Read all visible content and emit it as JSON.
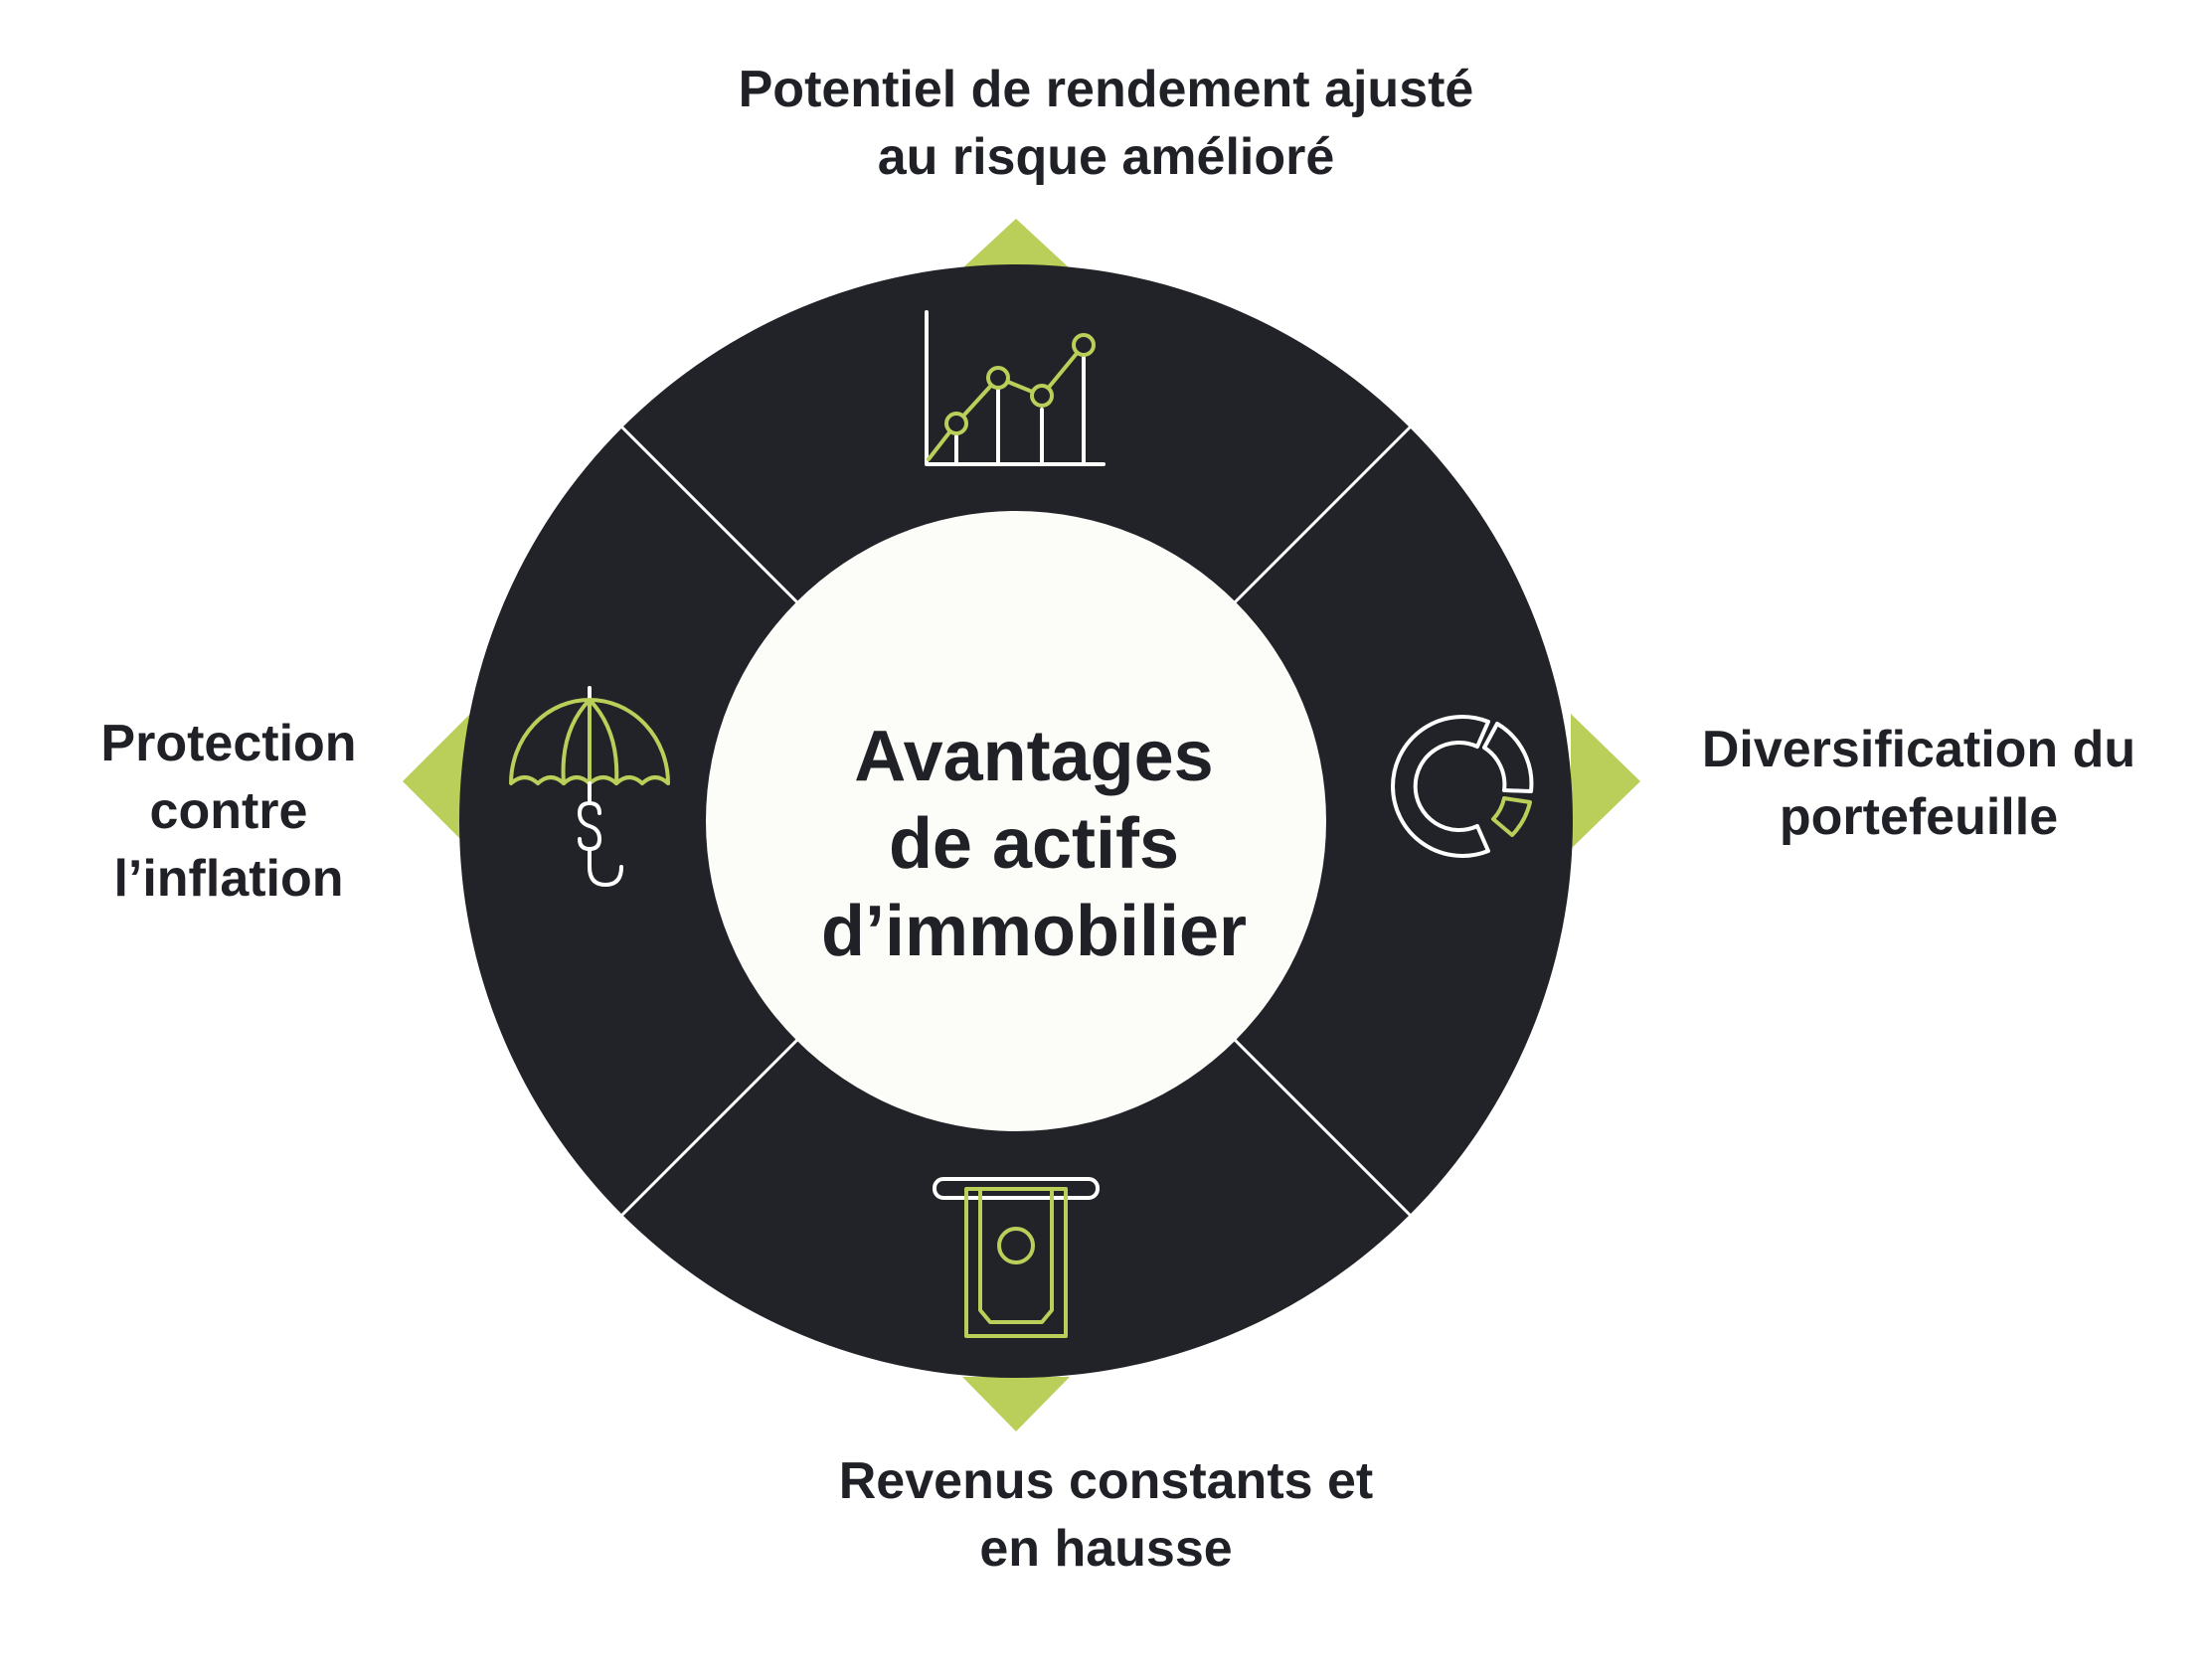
{
  "title": {
    "lines": [
      "Avantages",
      "de actifs",
      "d’immobilier"
    ]
  },
  "segments": {
    "top": {
      "lines": [
        "Potentiel de rendement ajusté",
        "au risque amélioré"
      ],
      "icon": "line-chart-icon"
    },
    "right": {
      "lines": [
        "Diversification du",
        "portefeuille"
      ],
      "icon": "donut-chart-icon"
    },
    "bottom": {
      "lines": [
        "Revenus constants et",
        "en hausse"
      ],
      "icon": "cash-dispenser-icon"
    },
    "left": {
      "lines": [
        "Protection",
        "contre",
        "l’inflation"
      ],
      "icon": "umbrella-dollar-icon"
    }
  },
  "colors": {
    "ring": "#212328",
    "accent": "#b9cf5a",
    "center": "#fcfcf8",
    "text": "#1f2127",
    "line": "#ffffff"
  }
}
